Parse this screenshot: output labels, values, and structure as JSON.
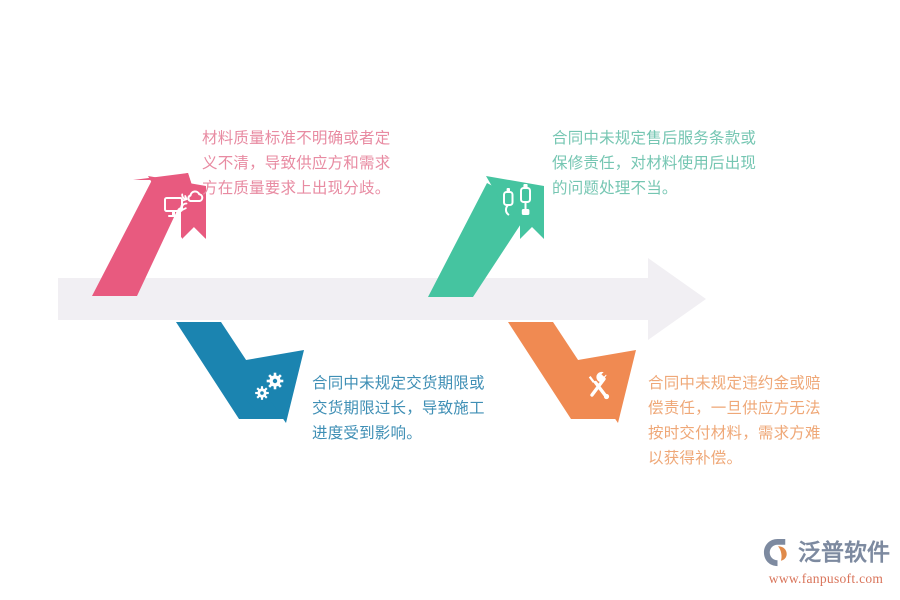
{
  "diagram": {
    "type": "fishbone",
    "title": "",
    "spine": {
      "color": "#f1eff3",
      "direction": "left-to-right",
      "name": "main-spine-arrow"
    },
    "branches": [
      {
        "id": "cause-1",
        "position": "upper-left",
        "color": "#e85a7f",
        "text_color": "#e88ba2",
        "icon": "monitor-cloud-sync-icon",
        "text": "材料质量标准不明确或者定\n义不清，导致供应方和需求\n方在质量要求上出现分歧。"
      },
      {
        "id": "cause-2",
        "position": "upper-right",
        "color": "#45c4a0",
        "text_color": "#75c6b2",
        "icon": "usb-cable-icon",
        "text": "合同中未规定售后服务条款或\n保修责任，对材料使用后出现\n的问题处理不当。"
      },
      {
        "id": "cause-3",
        "position": "lower-left",
        "color": "#1b84b0",
        "text_color": "#3f8fb5",
        "icon": "gears-icon",
        "text": "合同中未规定交货期限或\n交货期限过长，导致施工\n进度受到影响。"
      },
      {
        "id": "cause-4",
        "position": "lower-right",
        "color": "#f08a52",
        "text_color": "#efa878",
        "icon": "wrench-screwdriver-icon",
        "text": "合同中未规定违约金或赔\n偿责任，一旦供应方无法\n按时交付材料，需求方难\n以获得补偿。"
      }
    ]
  },
  "branding": {
    "logo_name": "泛普软件",
    "logo_url": "www.fanpusoft.com",
    "logo_word_color": "#7d8aa0",
    "logo_url_color": "#d9745a",
    "logo_mark_color": "#7d8aa0",
    "logo_mark_accent": "#e08a4a"
  }
}
